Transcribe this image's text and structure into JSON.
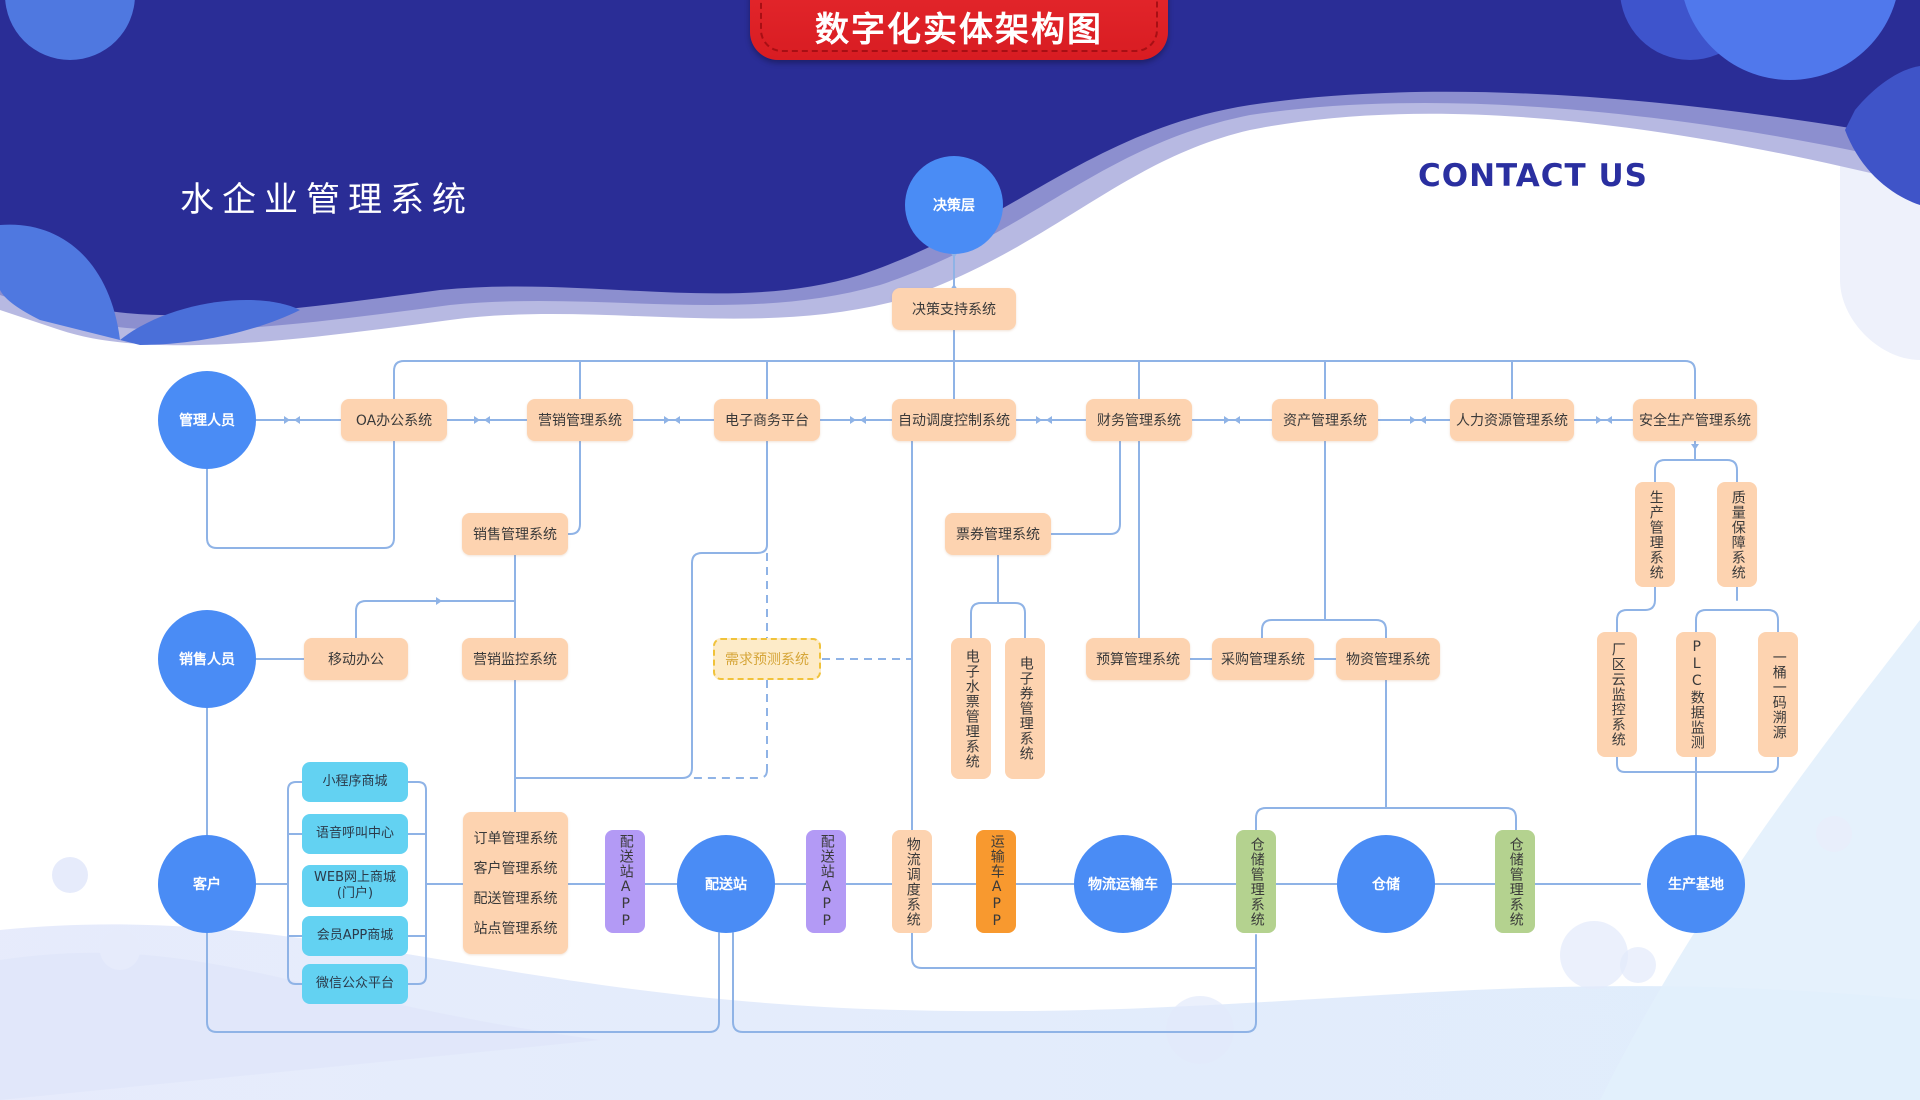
{
  "header": {
    "title": "数字化实体架构图",
    "subtitle": "水企业管理系统",
    "contact": "CONTACT US"
  },
  "colors": {
    "header_bg": "#2a2d96",
    "actor_circle": "#4a8cf5",
    "system_box": "#fdd3b0",
    "app_purple": "#b39af5",
    "app_orange": "#f8992f",
    "warehouse_green": "#b4d28f",
    "channel_cyan": "#63d2f2",
    "forecast_dashed": "#f0c23a",
    "connector": "#8fb3e6",
    "banner_red": "#e0242a"
  },
  "actors": {
    "decision_layer": "决策层",
    "managers": "管理人员",
    "sales_staff": "销售人员",
    "customer": "客户",
    "delivery_station": "配送站",
    "logistics_truck": "物流运输车",
    "warehouse": "仓储",
    "production_base": "生产基地"
  },
  "systems": {
    "decision_support": "决策支持系统",
    "oa": "OA办公系统",
    "marketing": "营销管理系统",
    "ecommerce": "电子商务平台",
    "auto_dispatch": "自动调度控制系统",
    "finance": "财务管理系统",
    "assets": "资产管理系统",
    "hr": "人力资源管理系统",
    "safety_production": "安全生产管理系统",
    "sales_mgmt": "销售管理系统",
    "ticket_mgmt": "票券管理系统",
    "mobile_office": "移动办公",
    "marketing_monitor": "营销监控系统",
    "demand_forecast": "需求预测系统",
    "e_water_ticket": "电子水票管理系统",
    "e_coupon": "电子券管理系统",
    "budget": "预算管理系统",
    "procurement": "采购管理系统",
    "materials": "物资管理系统",
    "production_mgmt": "生产管理系统",
    "quality_assurance": "质量保障系统",
    "plant_cloud_monitor": "厂区云监控系统",
    "plc_monitor": "PLC数据监测",
    "traceability": "一桶一码溯源",
    "delivery_app_1": "配送站APP",
    "delivery_app_2": "配送站APP",
    "logistics_dispatch": "物流调度系统",
    "truck_app": "运输车APP",
    "warehouse_mgmt_1": "仓储管理系统",
    "warehouse_mgmt_2": "仓储管理系统"
  },
  "channels": [
    {
      "label": "小程序商城"
    },
    {
      "label": "语音呼叫中心"
    },
    {
      "label": "WEB网上商城\n(门户)"
    },
    {
      "label": "会员APP商城"
    },
    {
      "label": "微信公众平台"
    }
  ],
  "order_group": [
    {
      "label": "订单管理系统"
    },
    {
      "label": "客户管理系统"
    },
    {
      "label": "配送管理系统"
    },
    {
      "label": "站点管理系统"
    }
  ]
}
